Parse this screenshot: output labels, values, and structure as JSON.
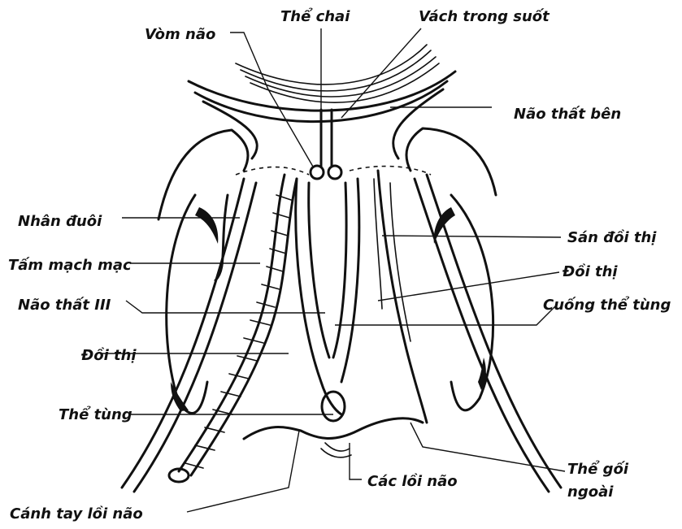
{
  "labels": {
    "the_chal": "Thể chai",
    "vach_trong_suot": "Vách trong suốt",
    "vom_nao": "Vòm não",
    "nao_that_ben": "Não thất bên",
    "nhan_duoi": "Nhân đuôi",
    "tam_mach_mac": "Tấm mạch mạc",
    "nao_that_iii": "Não thất III",
    "doi_thi_left": "Đồi thị",
    "the_tung": "Thể tùng",
    "canh_tay_loi_nao": "Cánh tay lồi não",
    "cac_loi_nao": "Các lồi não",
    "the_goi_ngoai_1": "Thể gối",
    "the_goi_ngoai_2": "ngoài",
    "cuong_the_tung": "Cuống thể tùng",
    "doi_thi_right": "Đồi thị",
    "san_doi_thi": "Sán đồi thị"
  },
  "colors": {
    "ink": "#111111",
    "background": "#ffffff"
  }
}
